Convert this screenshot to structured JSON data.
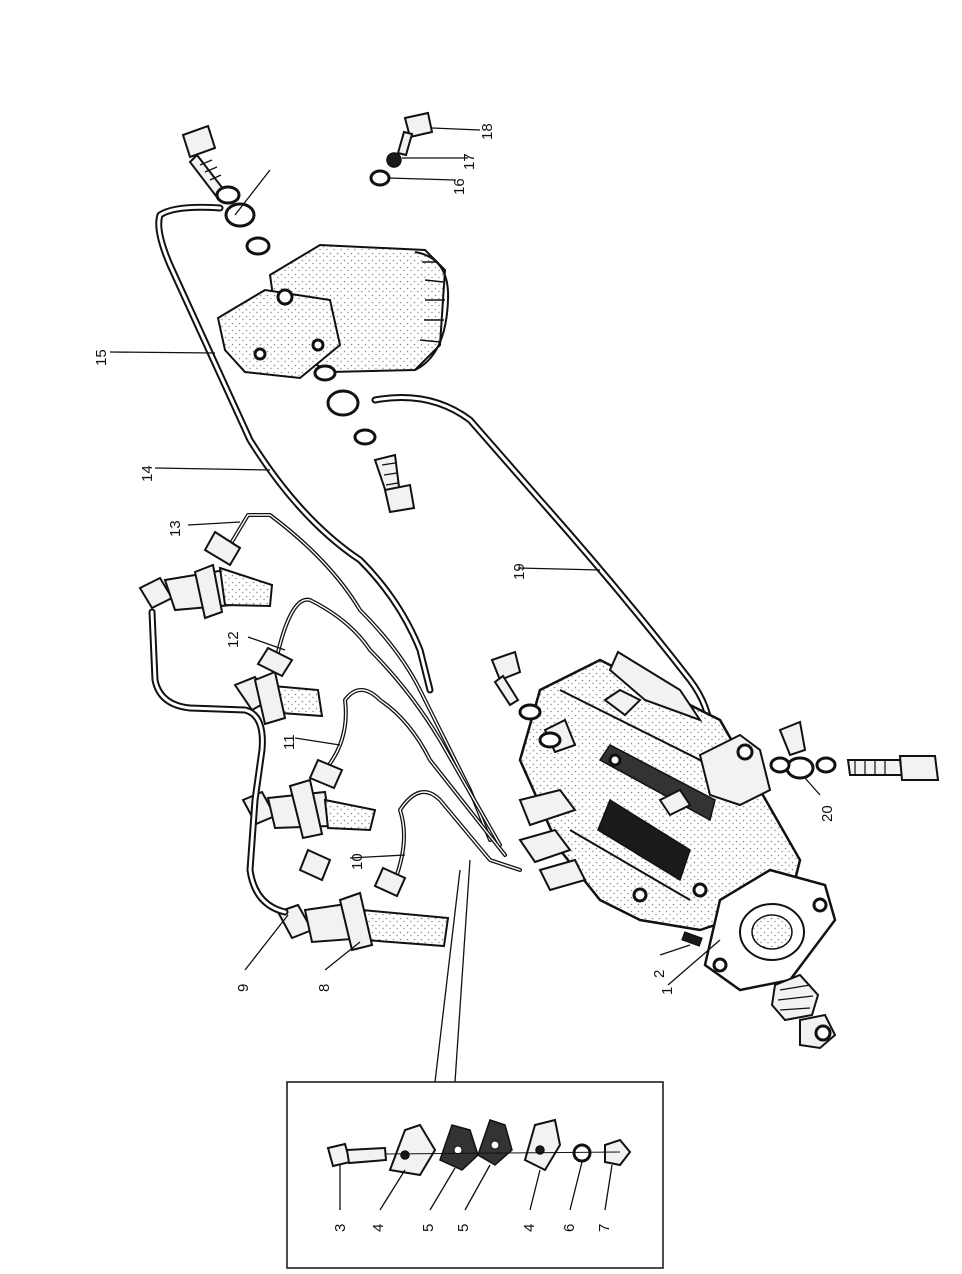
{
  "diagram": {
    "callouts": {
      "c1": "1",
      "c2": "2",
      "c3": "3",
      "c4a": "4",
      "c4b": "4",
      "c5a": "5",
      "c5b": "5",
      "c6": "6",
      "c7": "7",
      "c8": "8",
      "c9": "9",
      "c10": "10",
      "c11": "11",
      "c12": "12",
      "c13": "13",
      "c14": "14",
      "c15": "15",
      "c16": "16",
      "c17": "17",
      "c18": "18",
      "c19": "19",
      "c20": "20"
    },
    "colors": {
      "ink": "#111111",
      "stipple": "#9a9a9a",
      "paper": "#ffffff"
    }
  }
}
